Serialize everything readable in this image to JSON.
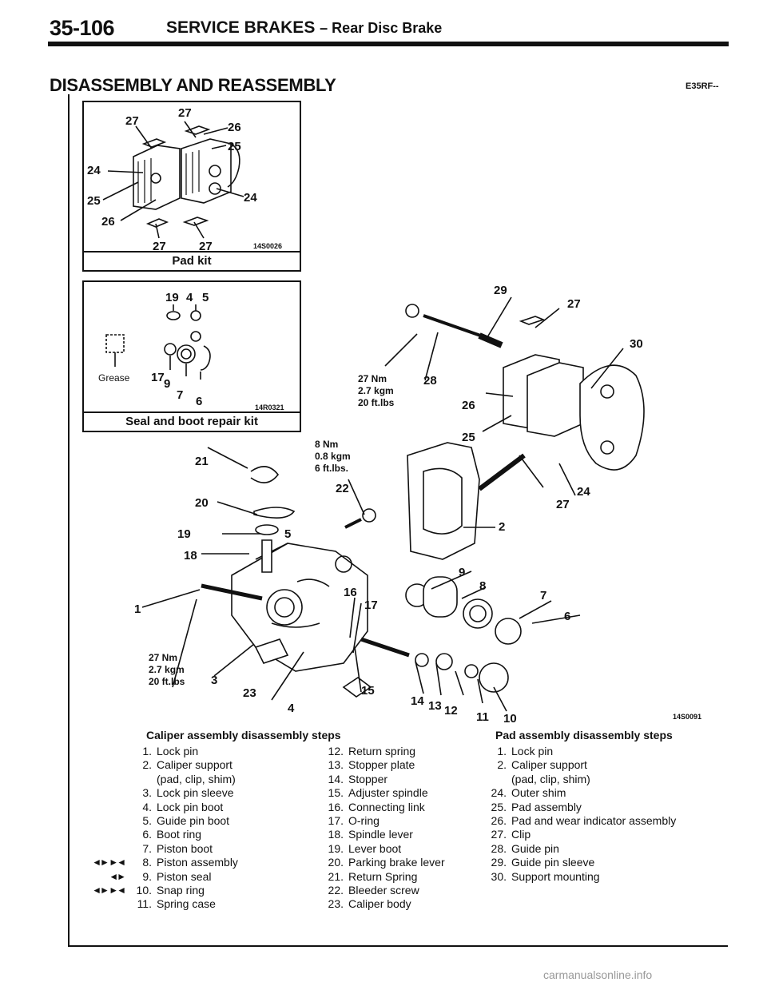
{
  "header": {
    "page_number": "35-106",
    "section": "SERVICE BRAKES",
    "subsection": "– Rear Disc Brake",
    "heading": "DISASSEMBLY AND REASSEMBLY",
    "ref_code": "E35RF--"
  },
  "pad_kit": {
    "label": "Pad kit",
    "code": "14S0026",
    "callouts": [
      "27",
      "27",
      "26",
      "25",
      "24",
      "25",
      "24",
      "26",
      "27",
      "27"
    ]
  },
  "seal_kit": {
    "label": "Seal and boot repair kit",
    "code": "14R0321",
    "grease_label": "Grease",
    "callouts": [
      "19",
      "4",
      "5",
      "17",
      "9",
      "7",
      "6"
    ]
  },
  "diagram": {
    "figure_code": "14S0091",
    "torques": [
      {
        "nm": "27 Nm",
        "kgm": "2.7 kgm",
        "ftlbs": "20 ft.lbs"
      },
      {
        "nm": "8 Nm",
        "kgm": "0.8 kgm",
        "ftlbs": "6 ft.lbs."
      },
      {
        "nm": "27 Nm",
        "kgm": "2.7 kgm",
        "ftlbs": "20 ft.lbs"
      }
    ],
    "callouts": [
      "29",
      "27",
      "30",
      "28",
      "26",
      "25",
      "24",
      "27",
      "2",
      "21",
      "22",
      "20",
      "19",
      "5",
      "18",
      "9",
      "8",
      "7",
      "6",
      "16",
      "17",
      "1",
      "3",
      "23",
      "4",
      "15",
      "14",
      "13",
      "12",
      "11",
      "10"
    ]
  },
  "caliper_steps": {
    "title": "Caliper assembly disassembly steps",
    "items": [
      {
        "num": "1.",
        "text": "Lock pin",
        "mark": ""
      },
      {
        "num": "2.",
        "text": "Caliper support",
        "mark": ""
      },
      {
        "num": "",
        "text": "(pad, clip, shim)",
        "mark": ""
      },
      {
        "num": "3.",
        "text": "Lock pin sleeve",
        "mark": ""
      },
      {
        "num": "4.",
        "text": "Lock pin boot",
        "mark": ""
      },
      {
        "num": "5.",
        "text": "Guide pin boot",
        "mark": ""
      },
      {
        "num": "6.",
        "text": "Boot ring",
        "mark": ""
      },
      {
        "num": "7.",
        "text": "Piston boot",
        "mark": ""
      },
      {
        "num": "8.",
        "text": "Piston assembly",
        "mark": "◄► ►◄"
      },
      {
        "num": "9.",
        "text": "Piston seal",
        "mark": "◄►"
      },
      {
        "num": "10.",
        "text": "Snap ring",
        "mark": "◄► ►◄"
      },
      {
        "num": "11.",
        "text": "Spring case",
        "mark": ""
      }
    ],
    "items2": [
      {
        "num": "12.",
        "text": "Return spring"
      },
      {
        "num": "13.",
        "text": "Stopper plate"
      },
      {
        "num": "14.",
        "text": "Stopper"
      },
      {
        "num": "15.",
        "text": "Adjuster spindle"
      },
      {
        "num": "16.",
        "text": "Connecting link"
      },
      {
        "num": "17.",
        "text": "O-ring"
      },
      {
        "num": "18.",
        "text": "Spindle lever"
      },
      {
        "num": "19.",
        "text": "Lever boot"
      },
      {
        "num": "20.",
        "text": "Parking brake lever"
      },
      {
        "num": "21.",
        "text": "Return Spring"
      },
      {
        "num": "22.",
        "text": "Bleeder screw"
      },
      {
        "num": "23.",
        "text": "Caliper body"
      }
    ]
  },
  "pad_steps": {
    "title": "Pad assembly disassembly steps",
    "items": [
      {
        "num": "1.",
        "text": "Lock pin"
      },
      {
        "num": "2.",
        "text": "Caliper support"
      },
      {
        "num": "",
        "text": "(pad, clip, shim)"
      },
      {
        "num": "24.",
        "text": "Outer shim"
      },
      {
        "num": "25.",
        "text": "Pad assembly"
      },
      {
        "num": "26.",
        "text": "Pad and wear indicator assembly"
      },
      {
        "num": "27.",
        "text": "Clip"
      },
      {
        "num": "28.",
        "text": "Guide pin"
      },
      {
        "num": "29.",
        "text": "Guide pin sleeve"
      },
      {
        "num": "30.",
        "text": "Support mounting"
      }
    ]
  },
  "watermark": "carmanualsonline.info"
}
